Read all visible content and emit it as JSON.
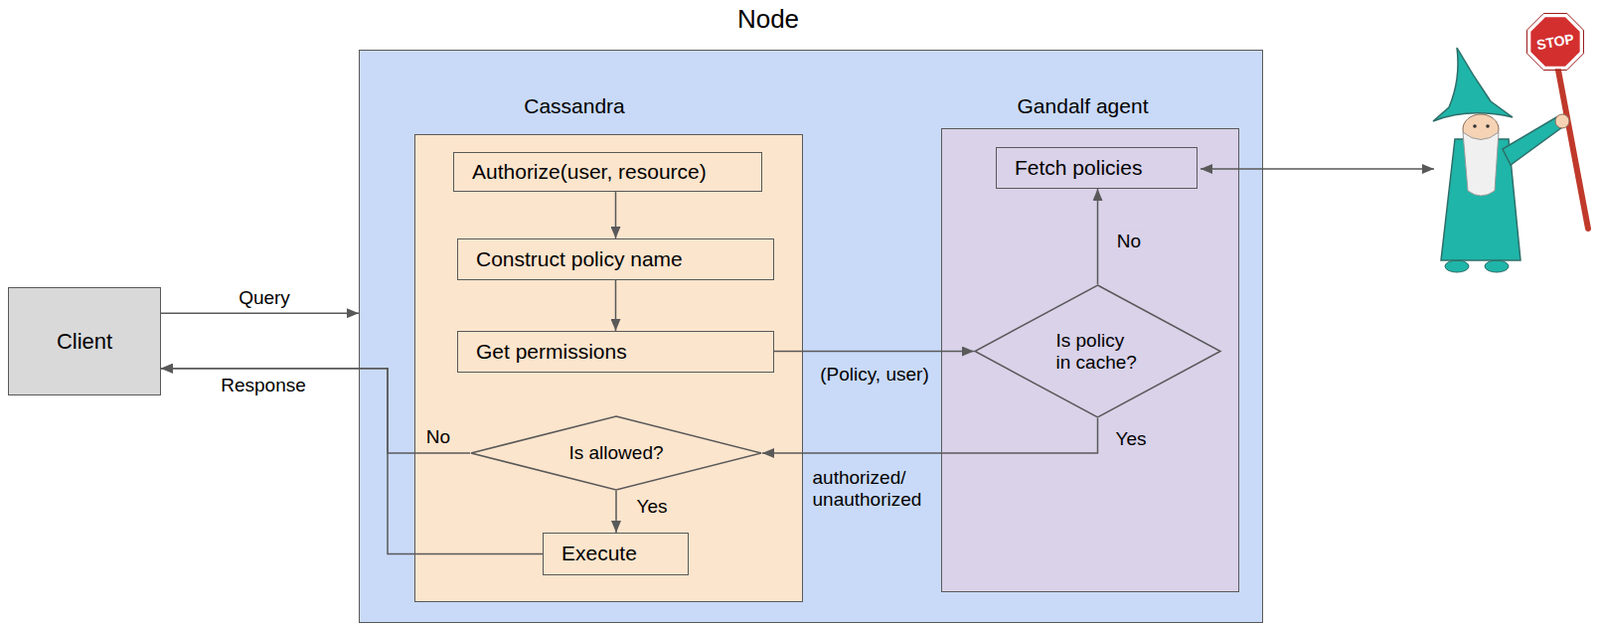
{
  "diagram": {
    "nodes": [
      {
        "text": [
          "Node"
        ]
      },
      {
        "text": [
          "Cassandra"
        ],
        "in": 0
      },
      {
        "text": [
          "Gandalf agent"
        ],
        "in": 0
      },
      {
        "text": [
          "Authorize(user, resource)"
        ],
        "in": 1
      },
      {
        "text": [
          "Construct policy name"
        ],
        "in": 1
      },
      {
        "text": [
          "Get permissions"
        ],
        "in": 1
      },
      {
        "text": [
          "Is allowed?"
        ],
        "in": 1
      },
      {
        "text": [
          "Execute"
        ],
        "in": 1
      },
      {
        "text": [
          "Fetch policies"
        ],
        "in": 2
      },
      {
        "text": [
          "Is policy in cache?"
        ],
        "in": 2
      },
      {
        "text": [
          "Client"
        ]
      }
    ],
    "edges": [
      {
        "from": 10,
        "to": 0,
        "arrow": "to",
        "label": "Query"
      },
      {
        "from": 3,
        "to": 4,
        "arrow": "to"
      },
      {
        "from": 4,
        "to": 5,
        "arrow": "to"
      },
      {
        "from": 5,
        "to": 9,
        "arrow": "to",
        "label": "(Policy, user)"
      },
      {
        "from": 9,
        "to": 8,
        "arrow": "to",
        "label": "No"
      },
      {
        "from": 9,
        "to": 6,
        "arrow": "to",
        "label": "authorized/ unauthorized"
      },
      {
        "from": 6,
        "to": 7,
        "arrow": "to",
        "label": "Yes"
      },
      {
        "from": 6,
        "to": 10,
        "arrow": "to",
        "label": "No"
      },
      {
        "from": 7,
        "to": 10,
        "arrow": "to",
        "label": "Response"
      }
    ],
    "labels": [
      "Yes",
      "STOP"
    ]
  }
}
